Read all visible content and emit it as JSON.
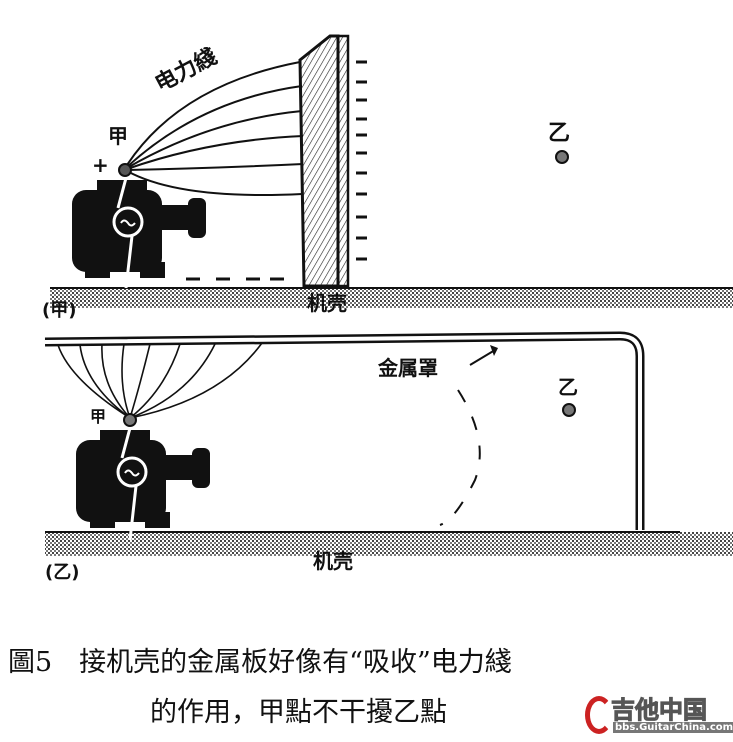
{
  "diagram_a": {
    "field_lines_label": "电力綫",
    "point_a_label": "甲",
    "charge_sign": "+",
    "point_b_label": "乙",
    "chassis_label": "机壳",
    "panel_label": "(甲)"
  },
  "diagram_b": {
    "shield_label": "金属罩",
    "point_a_label": "甲",
    "point_b_label": "乙",
    "chassis_label": "机壳",
    "panel_label": "(乙)"
  },
  "caption": {
    "line1": "圖5　接机壳的金属板好像有“吸收”电力綫",
    "line2": "的作用，甲點不干擾乙點"
  },
  "watermark": {
    "text": "吉他中国",
    "url": "bbs.GuitarChina.com"
  }
}
